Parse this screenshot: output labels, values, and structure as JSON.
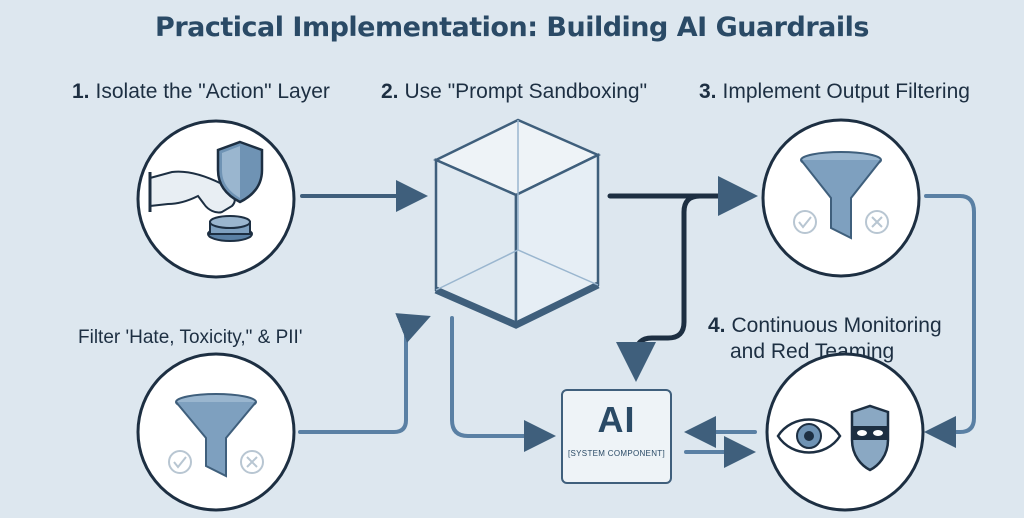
{
  "title": "Practical Implementation: Building AI Guardrails",
  "steps": [
    {
      "num": "1.",
      "label": "Isolate the \"Action\" Layer"
    },
    {
      "num": "2.",
      "label": "Use \"Prompt Sandboxing\""
    },
    {
      "num": "3.",
      "label": "Implement Output Filtering"
    },
    {
      "num": "4.",
      "label_line1": "Continuous Monitoring",
      "label_line2": "and Red Teaming"
    }
  ],
  "input_filter_caption": "Filter 'Hate, Toxicity,\" & PII'",
  "ai_box": {
    "label": "AI",
    "sublabel": "[SYSTEM COMPONENT]"
  },
  "icons": [
    "hand-pressing-button-icon",
    "shield-icon",
    "sandbox-cube-icon",
    "funnel-icon",
    "check-circle-icon",
    "x-circle-icon",
    "eye-icon",
    "masked-hacker-icon"
  ],
  "colors": {
    "background": "#dde7ef",
    "stroke": "#3f5f7c",
    "title": "#2a4a66",
    "arrow": "#5a80a4"
  }
}
